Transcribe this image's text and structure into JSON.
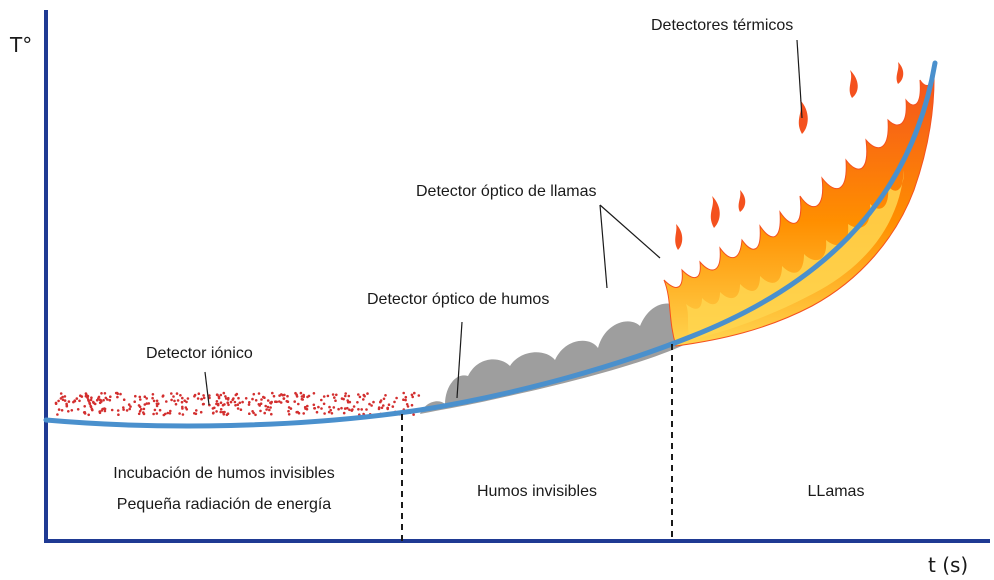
{
  "axes": {
    "y_label": "T°",
    "x_label": "t (s)"
  },
  "colors": {
    "axis": "#1f3a93",
    "curve": "#4a90cd",
    "smoke": "#9e9e9e",
    "flame_outer": "#f4511e",
    "flame_mid": "#ff8f00",
    "flame_inner": "#ffd54f",
    "particles": "#d32f2f"
  },
  "detectors": {
    "ionic": "Detector iónico",
    "smoke": "Detector óptico de humos",
    "flame": "Detector óptico de llamas",
    "thermal": "Detectores térmicos"
  },
  "phases": {
    "incubation_line1": "Incubación de humos invisibles",
    "incubation_line2": "Pequeña radiación de energía",
    "visible_smoke": "Humos invisibles",
    "flames": "LLamas"
  }
}
